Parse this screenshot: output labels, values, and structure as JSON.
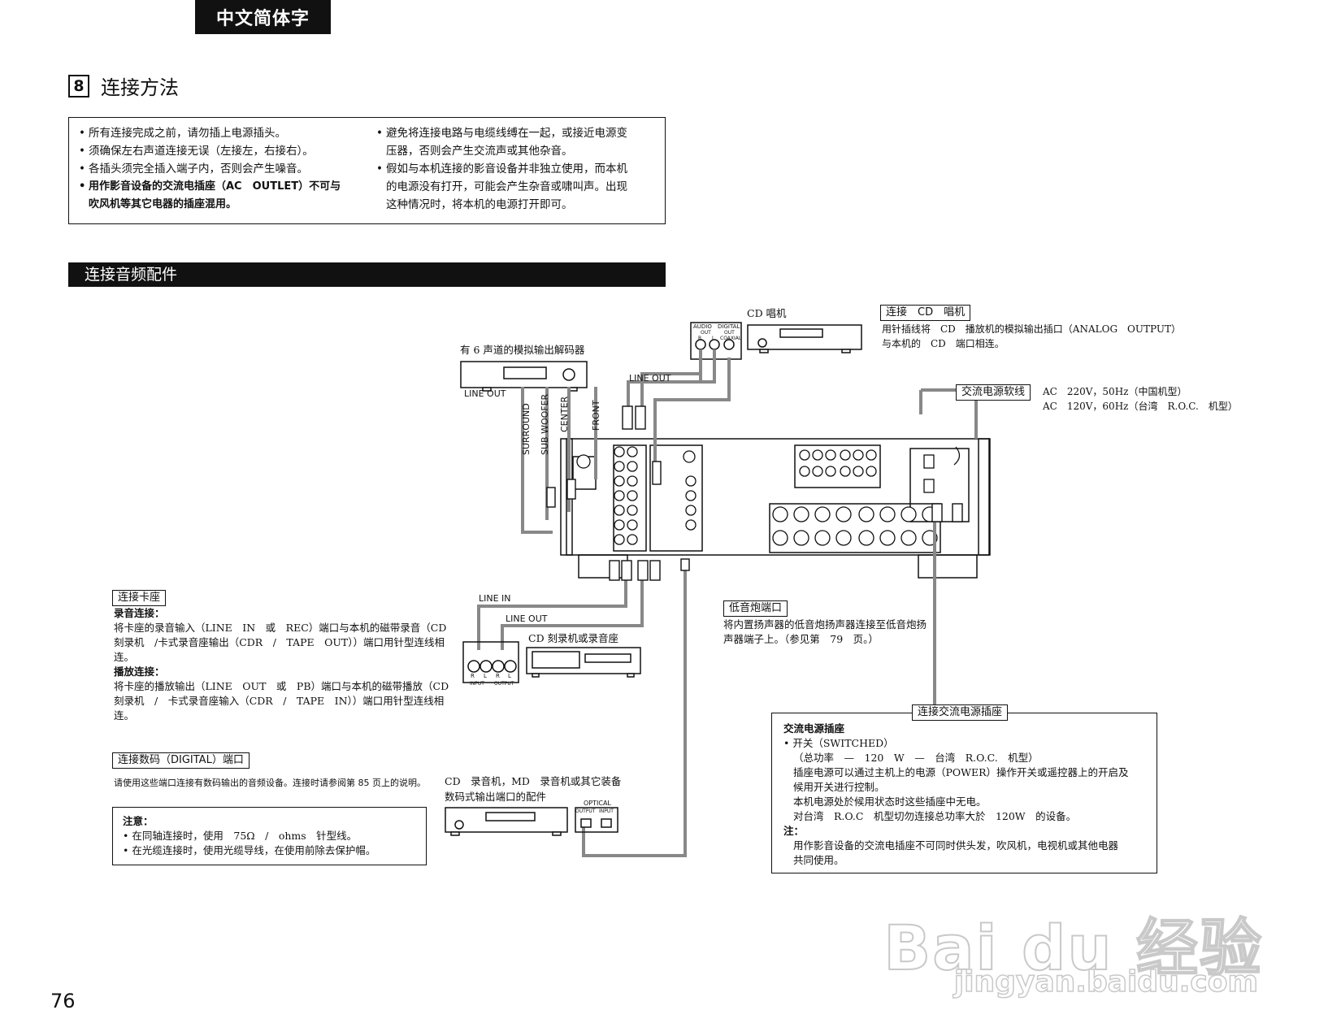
{
  "header": {
    "language_tab": "中文简体字"
  },
  "section": {
    "number": "8",
    "title": "连接方法"
  },
  "notice": {
    "left": [
      "所有连接完成之前，请勿插上电源插头。",
      "须确保左右声道连接无误（左接左，右接右）。",
      "各插头须完全插入端子内，否则会产生噪音。",
      "用作影音设备的交流电插座（AC　OUTLET）不可与",
      "吹风机等其它电器的插座混用。"
    ],
    "right": [
      "避免将连接电路与电缆线缚在一起，或接近电源变",
      "压器，否则会产生交流声或其他杂音。",
      "假如与本机连接的影音设备并非独立使用，而本机",
      "的电源没有打开，可能会产生杂音或啸叫声。出现",
      "这种情况时，将本机的电源打开即可。"
    ]
  },
  "subsection_bar": "连接音频配件",
  "diagram": {
    "cd_player_label": "CD 唱机",
    "cd_jack_labels": [
      "AUDIO",
      "DIGITAL",
      "OUT",
      "OUT",
      "R",
      "L",
      "COAXIAL"
    ],
    "decoder_label": "有 6 声道的模拟输出解码器",
    "decoder_line_out": "LINE OUT",
    "cd_line_out": "LINE OUT",
    "channel_labels": [
      "SURROUND",
      "SUB WOOFER",
      "CENTER",
      "FRONT"
    ],
    "tape_line_in": "LINE IN",
    "tape_line_out": "LINE OUT",
    "tape_deck_label": "CD 刻录机或录音座",
    "tape_jack_labels": [
      "R",
      "L",
      "R",
      "L",
      "INPUT",
      "OUTPUT"
    ],
    "md_label": [
      "CD　录音机，MD　录音机或其它装备",
      "数码式输出端口的配件"
    ],
    "optical_label": "OPTICAL",
    "optical_jack_labels": [
      "OUTPUT",
      "INPUT"
    ]
  },
  "cd_connect": {
    "tag": "连接　CD　唱机",
    "lines": [
      "用针插线将　CD　播放机的模拟输出插口（ANALOG　OUTPUT）",
      "与本机的　CD　端口相连。"
    ]
  },
  "power_cord": {
    "tag": "交流电源软线",
    "lines": [
      "AC　220V，50Hz（中国机型）",
      "AC　120V，60Hz（台湾　R.O.C.　机型）"
    ]
  },
  "subwoofer": {
    "tag": "低音炮端口",
    "lines": [
      "将内置扬声器的低音炮扬声器连接至低音炮扬",
      "声器端子上。（参见第　79　页。）"
    ]
  },
  "tape": {
    "tag": "连接卡座",
    "rec_heading": "录音连接：",
    "rec_lines": [
      "将卡座的录音输入（LINE　IN　或　REC）端口与本机的磁带录音（CD",
      "刻录机　/卡式录音座输出（CDR　/　TAPE　OUT））端口用针型连线相",
      "连。"
    ],
    "play_heading": "播放连接：",
    "play_lines": [
      "将卡座的播放输出（LINE　OUT　或　PB）端口与本机的磁带播放（CD",
      "刻录机　/　卡式录音座输入（CDR　/　TAPE　IN））端口用针型连线相",
      "连。"
    ]
  },
  "digital": {
    "tag": "连接数码（DIGITAL）端口",
    "text": "请使用这些端口连接有数码输出的音频设备。连接时请参阅第 85 页上的说明。",
    "note_heading": "注意：",
    "note_lines": [
      "在同轴连接时，使用　75Ω　/　ohms　针型线。",
      "在光缆连接时，使用光缆导线，在使用前除去保护帽。"
    ]
  },
  "ac_outlet": {
    "tag": "连接交流电源插座",
    "heading": "交流电源插座",
    "bullet": "开关（SWITCHED）",
    "lines": [
      "（总功率　—　120　W　—　台湾　R.O.C.　机型）",
      "插座电源可以通过主机上的电源（POWER）操作开关或遥控器上的开启及",
      "候用开关进行控制。",
      "本机电源处於候用状态时这些插座中无电。",
      "对台湾　R.O.C　机型切勿连接总功率大於　120W　的设备。"
    ],
    "note_heading": "注：",
    "note_lines": [
      "用作影音设备的交流电插座不可同时供头发，吹风机，电视机或其他电器",
      "共同使用。"
    ]
  },
  "page_number": "76",
  "watermark": {
    "brand": "Bai du 经验",
    "url": "jingyan.baidu.com"
  }
}
